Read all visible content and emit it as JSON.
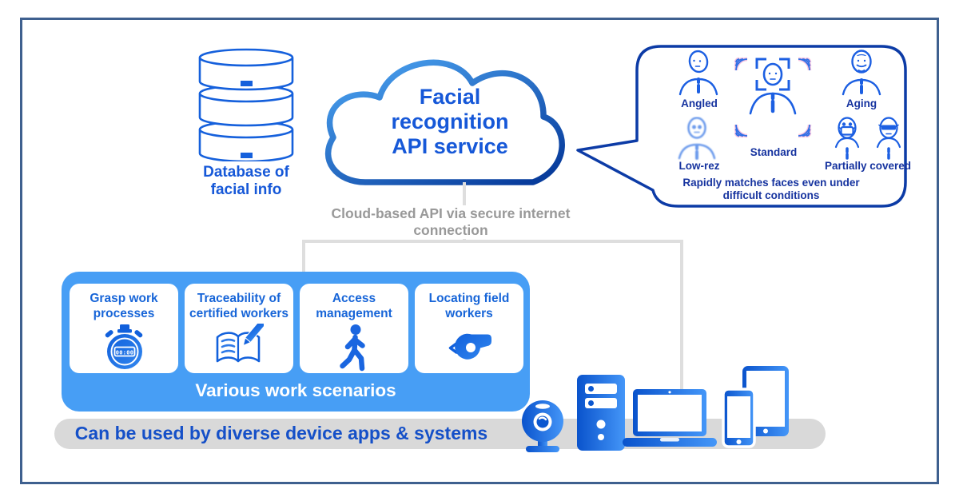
{
  "database": {
    "label": "Database of\nfacial info"
  },
  "cloud": {
    "title": "Facial\nrecognition\nAPI service",
    "caption": "Cloud-based API via secure internet\nconnection"
  },
  "bubble": {
    "faces": [
      {
        "label": "Angled",
        "icon": "face-angled-icon"
      },
      {
        "label": "Standard",
        "icon": "face-standard-icon"
      },
      {
        "label": "Aging",
        "icon": "face-aging-icon"
      },
      {
        "label": "Low-rez",
        "icon": "face-lowrez-icon"
      },
      {
        "label": "Partially covered",
        "icon": "faces-partially-covered-icon"
      }
    ],
    "caption": "Rapidly matches faces even under\ndifficult conditions"
  },
  "panel": {
    "cards": [
      {
        "label": "Grasp work\nprocesses",
        "icon": "stopwatch-icon"
      },
      {
        "label": "Traceability of\ncertified workers",
        "icon": "book-pencil-icon"
      },
      {
        "label": "Access\nmanagement",
        "icon": "walking-person-icon"
      },
      {
        "label": "Locating field\nworkers",
        "icon": "whistle-icon"
      }
    ],
    "footer": "Various work scenarios"
  },
  "bar": {
    "label": "Can be used by diverse device apps & systems"
  },
  "icons": [
    "database-cylinders-icon",
    "cloud-icon",
    "webcam-icon",
    "desktop-tower-icon",
    "laptop-icon",
    "smartphone-icon",
    "tablet-icon"
  ],
  "colors": {
    "primary_blue": "#1658d8",
    "navy": "#16339f",
    "bubble_border": "#0c3ba6",
    "panel_blue": "#479ef5",
    "bar_gray": "#d9d9d9",
    "line_gray": "#dedede",
    "caption_gray": "#999999",
    "bar_text_blue": "#1550c8",
    "frame_steel_blue": "#3e608f"
  }
}
